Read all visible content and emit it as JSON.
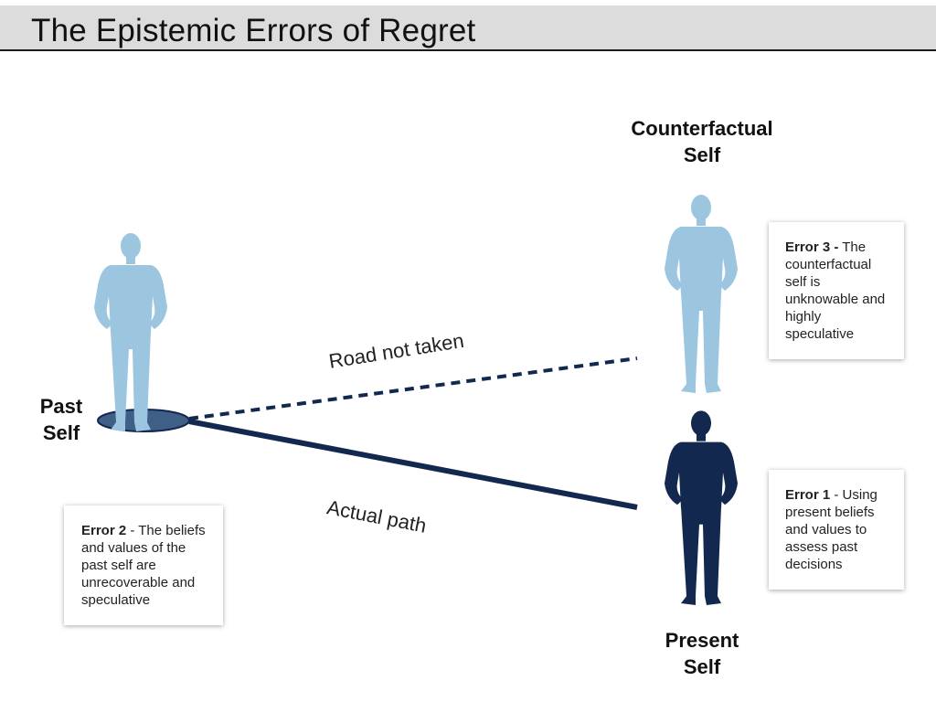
{
  "title": "The Epistemic Errors of Regret",
  "colors": {
    "light_figure": "#9cc5e0",
    "dark_figure": "#13284f",
    "line": "#13284f"
  },
  "labels": {
    "past_self": [
      "Past",
      "Self"
    ],
    "counterfactual_self": [
      "Counterfactual",
      "Self"
    ],
    "present_self": [
      "Present",
      "Self"
    ]
  },
  "paths": {
    "road_not_taken": "Road not taken",
    "actual_path": "Actual path"
  },
  "errors": {
    "error1": {
      "label": "Error 1",
      "text": " - Using present beliefs and values to assess past decisions"
    },
    "error2": {
      "label": "Error 2",
      "text": " - The beliefs and values of the past self are unrecoverable and speculative"
    },
    "error3": {
      "label": "Error 3 -",
      "text": " The counterfactual self is unknowable and highly speculative"
    }
  }
}
